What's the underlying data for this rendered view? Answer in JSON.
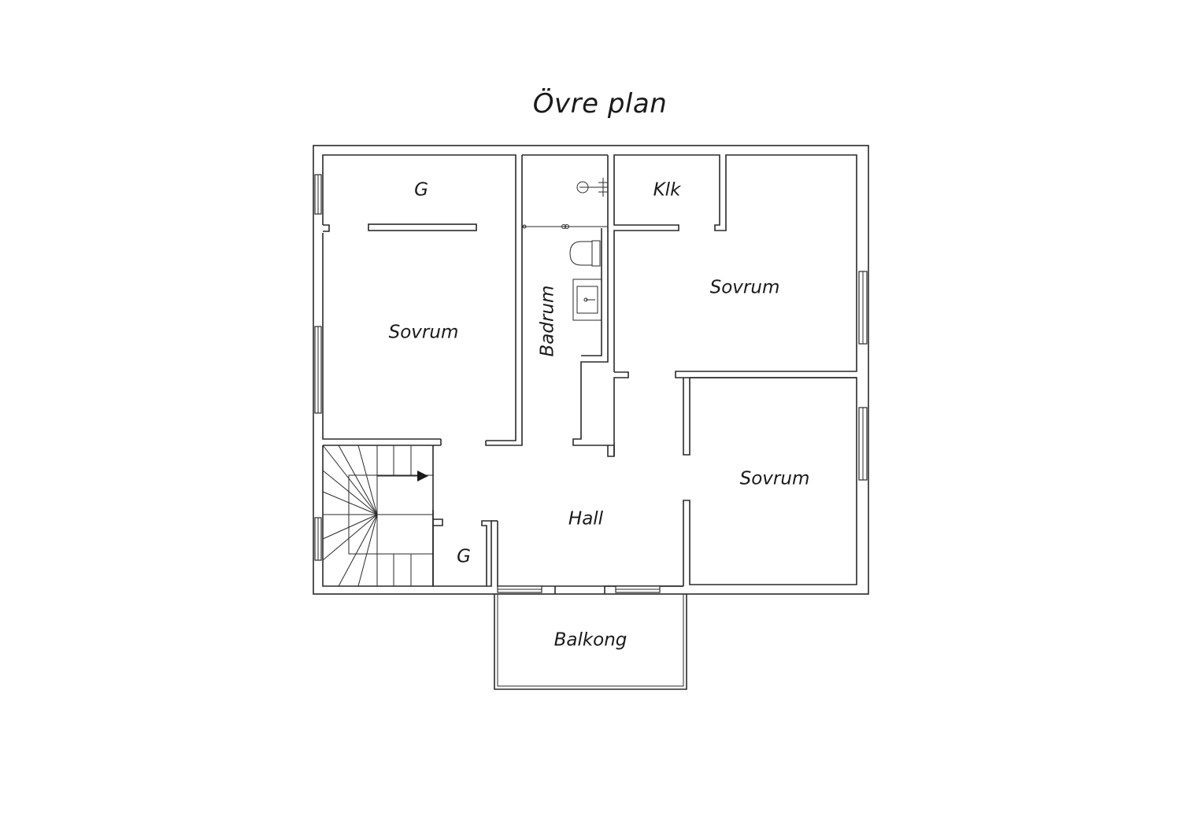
{
  "title": "Övre plan",
  "rooms": {
    "closet_top": "G",
    "bedroom_left": "Sovrum",
    "bathroom": "Badrum",
    "closet_klk": "Klk",
    "bedroom_top_right": "Sovrum",
    "bedroom_bottom_right": "Sovrum",
    "hall": "Hall",
    "closet_small": "G",
    "balcony": "Balkong"
  },
  "colors": {
    "line": "#2a2a2a",
    "background": "#ffffff"
  },
  "icons": [
    "shower-icon",
    "toilet-icon",
    "sink-icon",
    "stair-arrow-icon"
  ]
}
